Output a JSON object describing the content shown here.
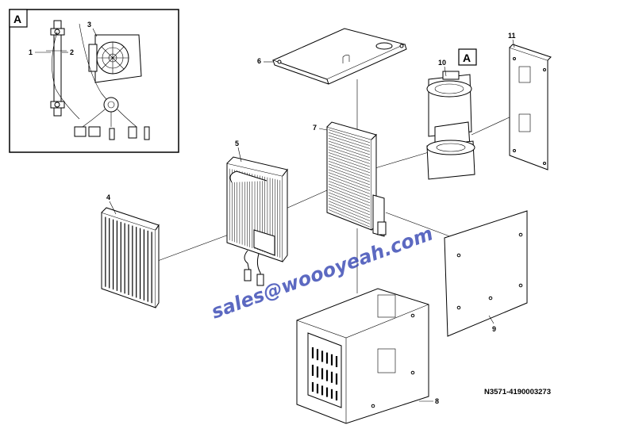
{
  "diagram": {
    "detail_label": "A",
    "detail_callouts": [
      "1",
      "2",
      "3"
    ],
    "callouts": [
      "4",
      "5",
      "6",
      "7",
      "8",
      "9",
      "10",
      "11"
    ],
    "document_number": "N3571-4190003273",
    "watermark": "sales@woooyeah.com"
  }
}
